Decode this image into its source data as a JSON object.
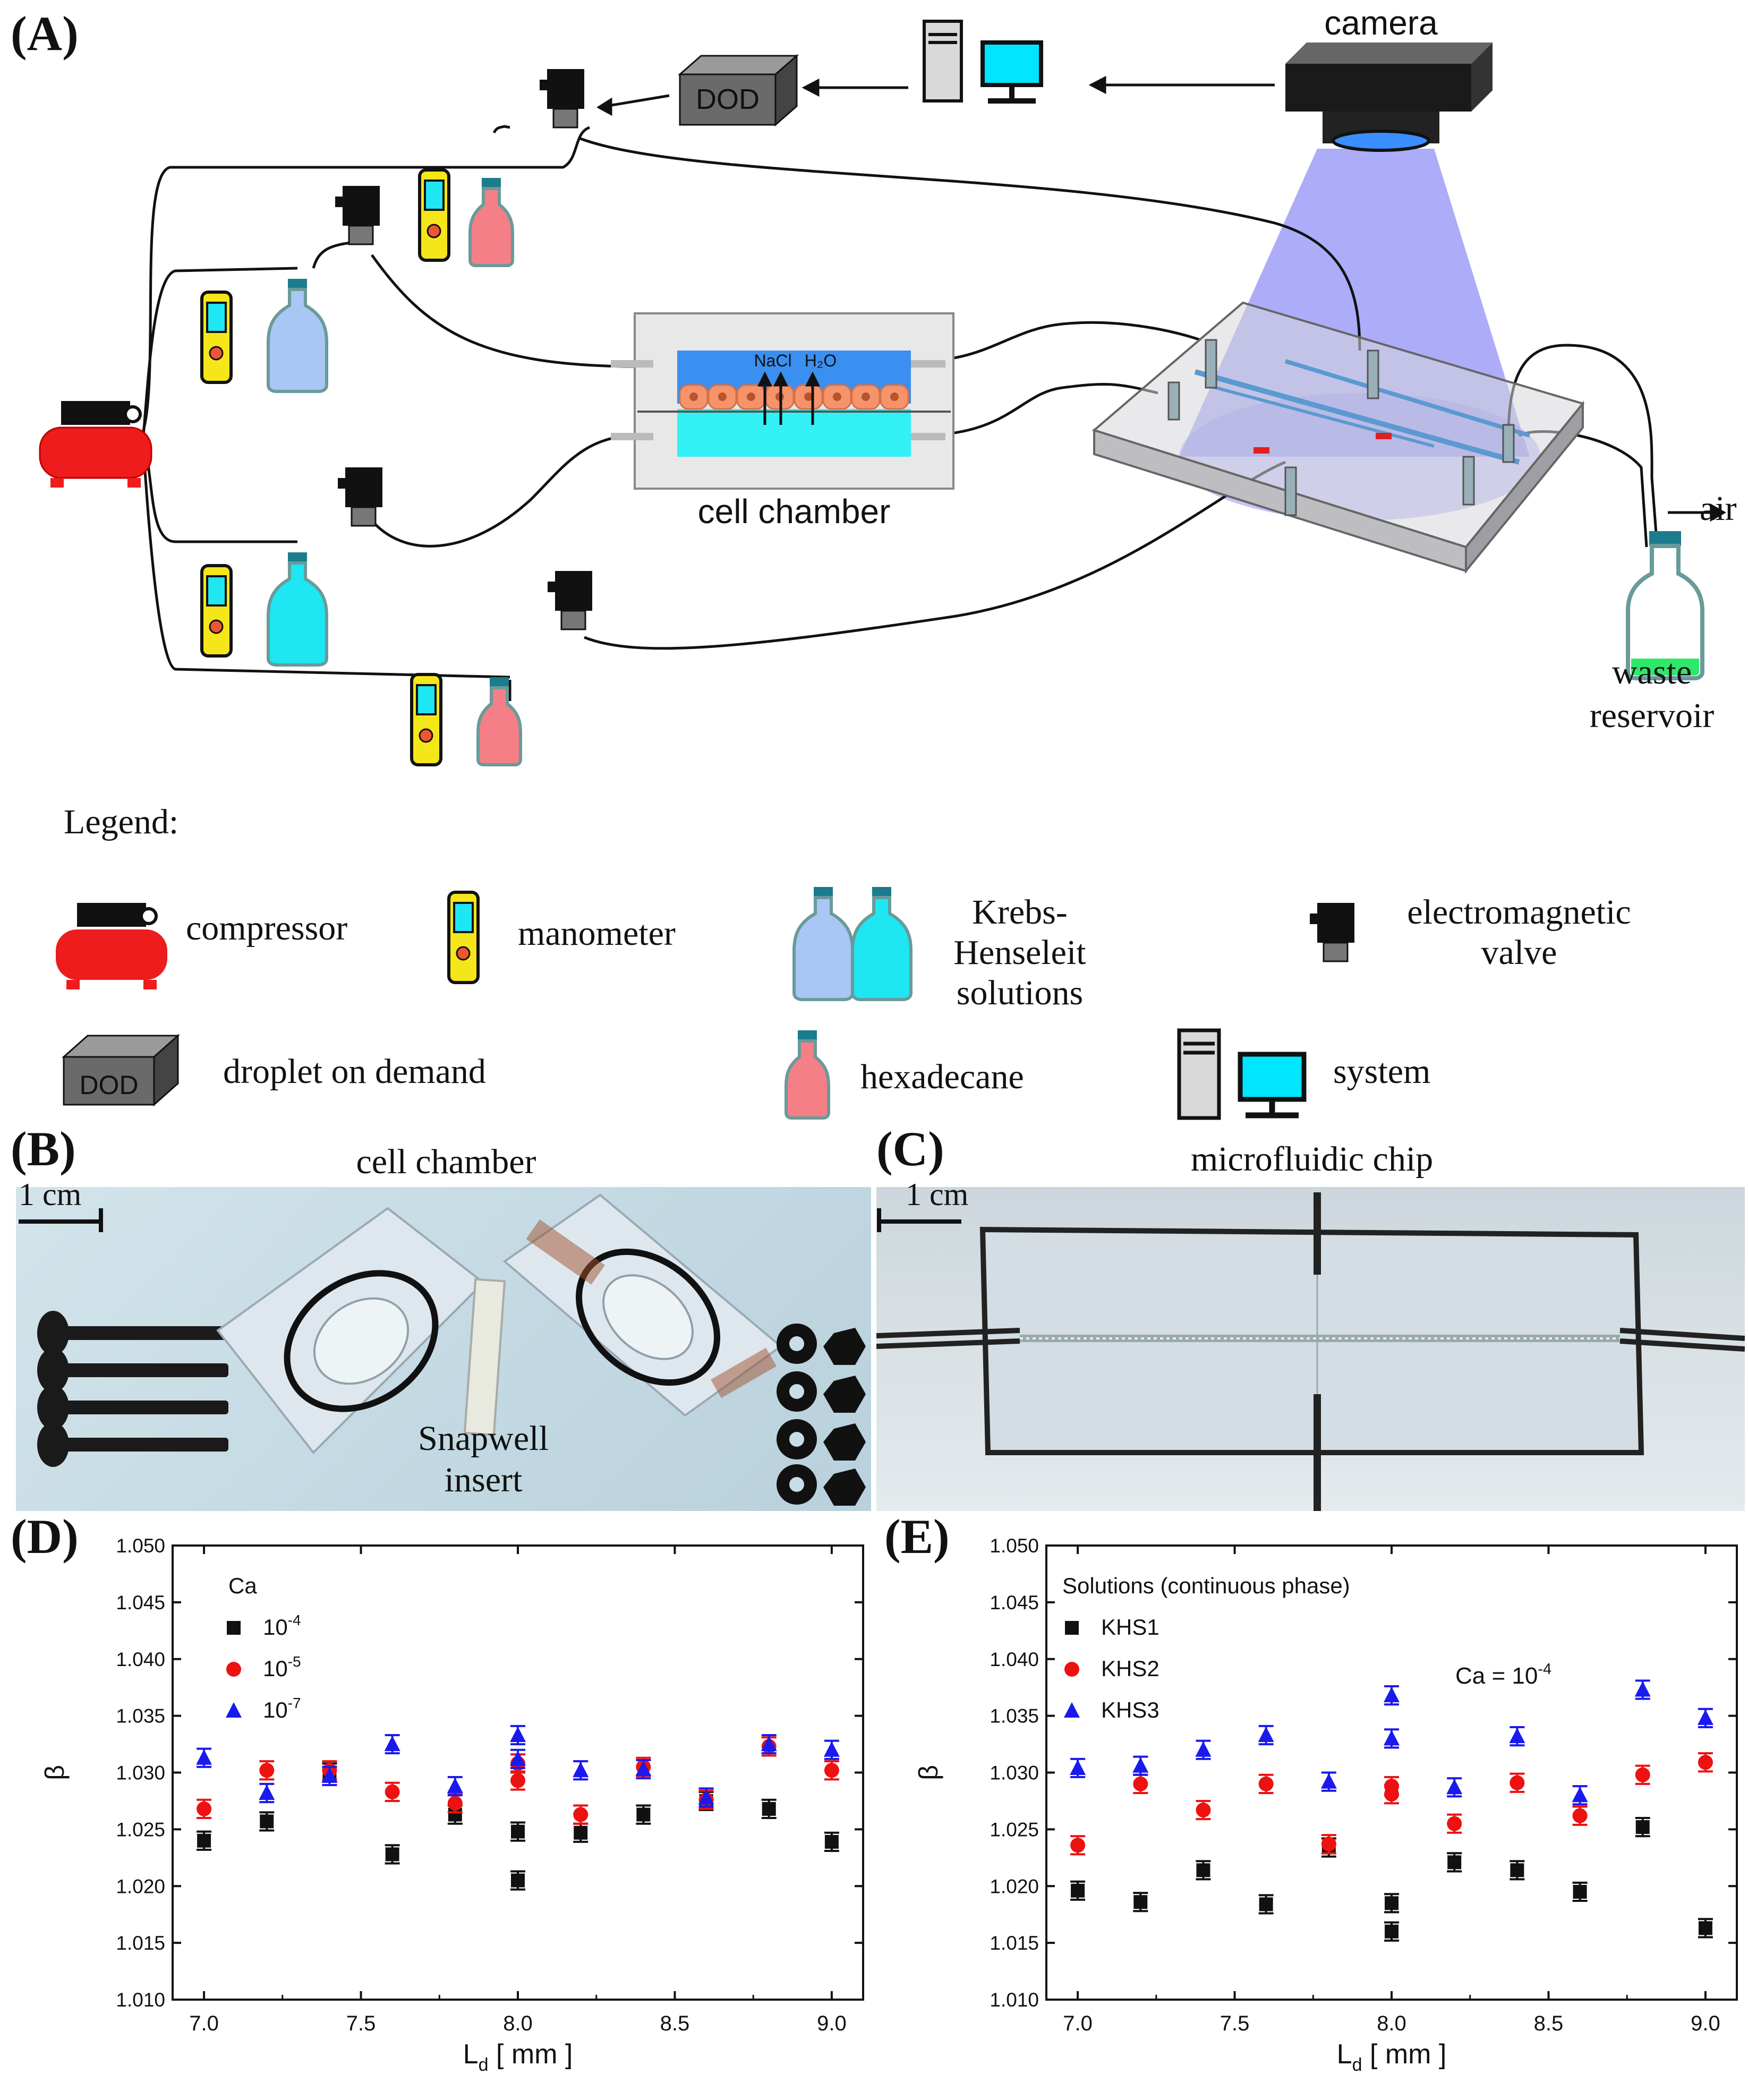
{
  "panel_labels": {
    "A": "(A)",
    "B": "(B)",
    "C": "(C)",
    "D": "(D)",
    "E": "(E)"
  },
  "schematic": {
    "camera_label": "camera",
    "dod_box_label": "DOD",
    "cell_chamber_label": "cell chamber",
    "nacl_label": "NaCl",
    "h2o_label": "H₂O",
    "air_label": "air",
    "waste_label_line1": "waste",
    "waste_label_line2": "reservoir"
  },
  "legend": {
    "title": "Legend:",
    "compressor": "compressor",
    "manometer": "manometer",
    "krebs_line1": "Krebs-Henseleit",
    "krebs_line2": "solutions",
    "valve_line1": "electromagnetic",
    "valve_line2": "valve",
    "dod": "droplet on demand",
    "dod_box": "DOD",
    "hexadecane": "hexadecane",
    "system": "system"
  },
  "panel_b": {
    "title": "cell chamber",
    "scale": "1 cm",
    "insert_line1": "Snapwell",
    "insert_line2": "insert"
  },
  "panel_c": {
    "title": "microfluidic chip",
    "scale": "1 cm"
  },
  "colors": {
    "chart_black": "#111111",
    "chart_red": "#ee1111",
    "chart_blue": "#1a1aee",
    "compressor_red": "#ee1c1c",
    "manometer_yellow": "#f5e61a",
    "solution_blue": "#a9c6f5",
    "solution_cyan": "#1ee6f2",
    "hexadecane_pink": "#f47f86",
    "camera_light": "#7f7ff5",
    "photo_bg": "#c8dde6"
  },
  "chart_data": [
    {
      "type": "scatter",
      "xlabel": "L",
      "xlabel_sub": "d",
      "xlabel_unit": " [ mm ]",
      "ylabel": "β",
      "xlim": [
        6.9,
        9.1
      ],
      "ylim": [
        1.01,
        1.05
      ],
      "xticks": [
        "7.0",
        "7.5",
        "8.0",
        "8.5",
        "9.0"
      ],
      "yticks": [
        "1.010",
        "1.015",
        "1.020",
        "1.025",
        "1.030",
        "1.035",
        "1.040",
        "1.045",
        "1.050"
      ],
      "legend_title": "Ca",
      "legend_placement": "top-left",
      "annotation": "",
      "series": [
        {
          "name": "10",
          "name_sup": "-4",
          "marker": "square",
          "color": "#111111",
          "x": [
            7.0,
            7.2,
            7.4,
            7.6,
            7.8,
            8.0,
            8.0,
            8.2,
            8.4,
            8.6,
            8.8,
            9.0
          ],
          "y": [
            1.024,
            1.0257,
            1.03,
            1.0228,
            1.0263,
            1.0205,
            1.0248,
            1.0247,
            1.0263,
            1.0275,
            1.0268,
            1.0239
          ],
          "err": 0.0008
        },
        {
          "name": "10",
          "name_sup": "-5",
          "marker": "circle",
          "color": "#ee1111",
          "x": [
            7.0,
            7.2,
            7.4,
            7.6,
            7.8,
            8.0,
            8.0,
            8.2,
            8.4,
            8.6,
            8.8,
            9.0
          ],
          "y": [
            1.0268,
            1.0302,
            1.0302,
            1.0283,
            1.0273,
            1.0293,
            1.0308,
            1.0263,
            1.0305,
            1.0276,
            1.0323,
            1.0302
          ],
          "err": 0.0008
        },
        {
          "name": "10",
          "name_sup": "-7",
          "marker": "triangle",
          "color": "#1a1aee",
          "x": [
            7.0,
            7.2,
            7.4,
            7.6,
            7.8,
            8.0,
            8.0,
            8.2,
            8.4,
            8.6,
            8.8,
            9.0
          ],
          "y": [
            1.0313,
            1.0282,
            1.0297,
            1.0325,
            1.0288,
            1.0312,
            1.0333,
            1.0302,
            1.0303,
            1.0278,
            1.0325,
            1.032
          ],
          "err": 0.0008
        }
      ]
    },
    {
      "type": "scatter",
      "xlabel": "L",
      "xlabel_sub": "d",
      "xlabel_unit": " [ mm ]",
      "ylabel": "β",
      "xlim": [
        6.9,
        9.1
      ],
      "ylim": [
        1.01,
        1.05
      ],
      "xticks": [
        "7.0",
        "7.5",
        "8.0",
        "8.5",
        "9.0"
      ],
      "yticks": [
        "1.010",
        "1.015",
        "1.020",
        "1.025",
        "1.030",
        "1.035",
        "1.040",
        "1.045",
        "1.050"
      ],
      "legend_title": "Solutions (continuous phase)",
      "legend_placement": "top-left",
      "annotation": "Ca = 10",
      "annotation_sup": "-4",
      "series": [
        {
          "name": "KHS1",
          "marker": "square",
          "color": "#111111",
          "x": [
            7.0,
            7.2,
            7.4,
            7.6,
            7.8,
            8.0,
            8.0,
            8.2,
            8.4,
            8.6,
            8.8,
            9.0
          ],
          "y": [
            1.0196,
            1.0186,
            1.0214,
            1.0184,
            1.0234,
            1.016,
            1.0185,
            1.0221,
            1.0214,
            1.0195,
            1.0252,
            1.0163
          ],
          "err": 0.0008
        },
        {
          "name": "KHS2",
          "marker": "circle",
          "color": "#ee1111",
          "x": [
            7.0,
            7.2,
            7.4,
            7.6,
            7.8,
            8.0,
            8.0,
            8.2,
            8.4,
            8.6,
            8.8,
            9.0
          ],
          "y": [
            1.0236,
            1.029,
            1.0267,
            1.029,
            1.0237,
            1.0281,
            1.0288,
            1.0255,
            1.0291,
            1.0262,
            1.0298,
            1.0309
          ],
          "err": 0.0008
        },
        {
          "name": "KHS3",
          "marker": "triangle",
          "color": "#1a1aee",
          "x": [
            7.0,
            7.2,
            7.4,
            7.6,
            7.8,
            8.0,
            8.0,
            8.2,
            8.4,
            8.6,
            8.8,
            9.0
          ],
          "y": [
            1.0304,
            1.0306,
            1.032,
            1.0333,
            1.0292,
            1.033,
            1.0368,
            1.0287,
            1.0332,
            1.028,
            1.0373,
            1.0348
          ],
          "err": 0.0008
        }
      ]
    }
  ]
}
